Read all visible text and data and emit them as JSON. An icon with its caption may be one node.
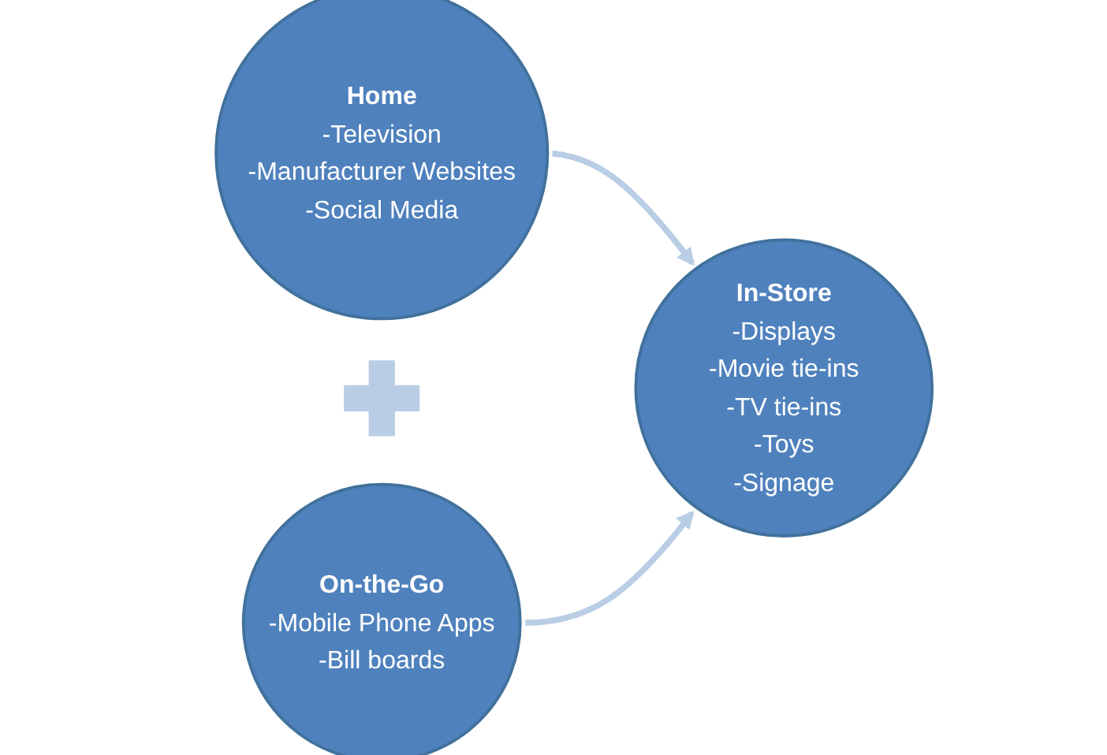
{
  "diagram": {
    "nodes": [
      {
        "text": [
          "Home",
          "-Television",
          "-Manufacturer Websites",
          "-Social Media"
        ]
      },
      {
        "text": [],
        "shape": "plus"
      },
      {
        "text": [
          "On-the-Go",
          "-Mobile Phone Apps",
          "-Bill boards"
        ]
      },
      {
        "text": [
          "In-Store",
          "-Displays",
          "-Movie tie-ins",
          "-TV tie-ins",
          "-Toys",
          "-Signage"
        ]
      }
    ],
    "edges": [
      {
        "from": 0,
        "to": 3,
        "arrow": "to",
        "color": "#b9cde5"
      },
      {
        "from": 2,
        "to": 3,
        "arrow": "to",
        "color": "#b9cde5"
      }
    ]
  }
}
